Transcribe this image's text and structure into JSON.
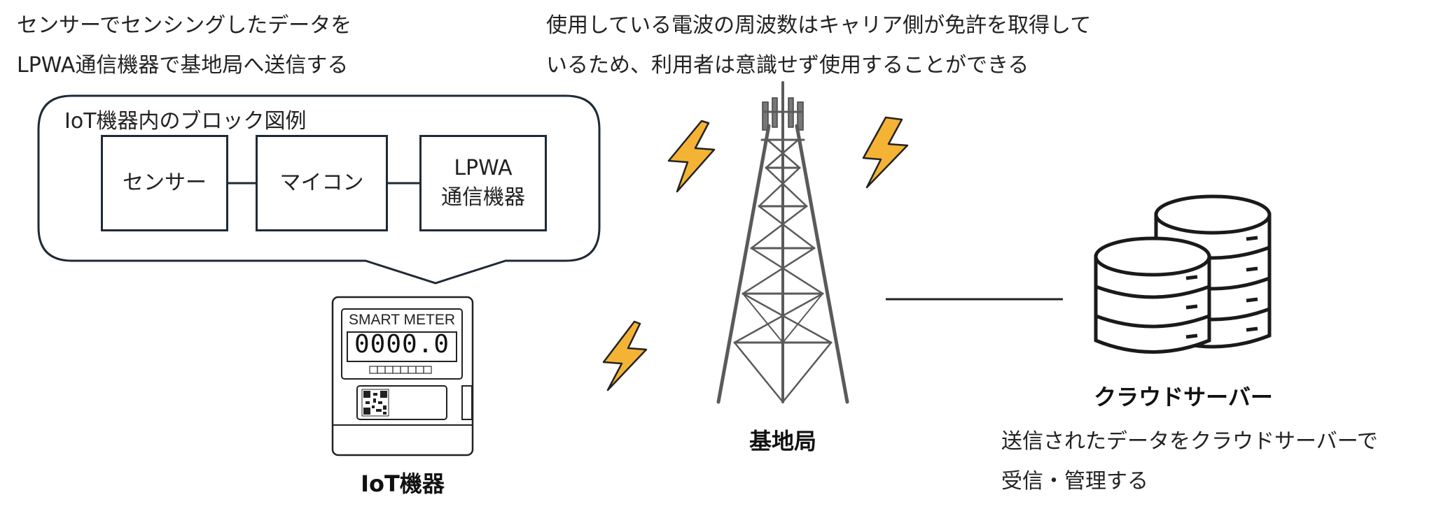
{
  "iot_description": {
    "line1": "センサーでセンシングしたデータを",
    "line2": "LPWA通信機器で基地局へ送信する"
  },
  "radio_description": {
    "line1": "使用している電波の周波数はキャリア側が免許を取得して",
    "line2": "いるため、利用者は意識せず使用することができる"
  },
  "block_diagram": {
    "title": "IoT機器内のブロック図例",
    "blocks": [
      {
        "line1": "センサー",
        "line2": ""
      },
      {
        "line1": "マイコン",
        "line2": ""
      },
      {
        "line1": "LPWA",
        "line2": "通信機器"
      }
    ]
  },
  "meter": {
    "brand_text": "SMART METER",
    "reading": "0000.0"
  },
  "labels": {
    "iot_device": "IoT機器",
    "base_station": "基地局",
    "cloud_server": "クラウドサーバー"
  },
  "cloud_description": {
    "line1": "送信されたデータをクラウドサーバーで",
    "line2": "受信・管理する"
  },
  "colors": {
    "lightning": "#f5b335",
    "outline": "#1e2a36",
    "tower": "#666666"
  }
}
